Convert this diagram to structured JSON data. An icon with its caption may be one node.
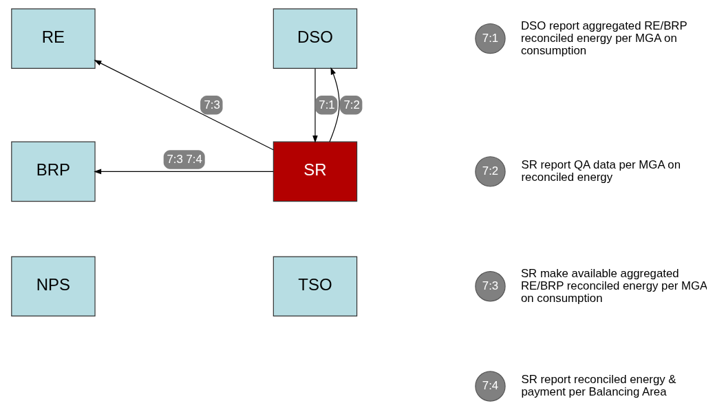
{
  "diagram": {
    "nodes": [
      {
        "text": [
          "RE"
        ]
      },
      {
        "text": [
          "DSO"
        ]
      },
      {
        "text": [
          "BRP"
        ]
      },
      {
        "text": [
          "SR"
        ]
      },
      {
        "text": [
          "NPS"
        ]
      },
      {
        "text": [
          "TSO"
        ]
      },
      {
        "text": [
          "7:1"
        ],
        "beside": [
          "DSO report aggregated RE/BRP reconciled energy per MGA on consumption"
        ]
      },
      {
        "text": [
          "7:2"
        ],
        "beside": [
          "SR report QA data per MGA on reconciled energy"
        ]
      },
      {
        "text": [
          "7:3"
        ],
        "beside": [
          "SR make available aggregated RE/BRP reconciled energy per MGA on consumption"
        ]
      },
      {
        "text": [
          "7:4"
        ],
        "beside": [
          "SR report reconciled energy & payment per Balancing Area"
        ]
      }
    ],
    "edges": [
      {
        "from": 1,
        "to": 3,
        "arrow": "to",
        "label": "7:1"
      },
      {
        "from": 3,
        "to": 1,
        "arrow": "to",
        "label": "7:2"
      },
      {
        "from": 3,
        "to": 0,
        "arrow": "to",
        "label": "7:3"
      },
      {
        "from": 3,
        "to": 2,
        "arrow": "to",
        "label": "7:3 7:4"
      }
    ]
  }
}
